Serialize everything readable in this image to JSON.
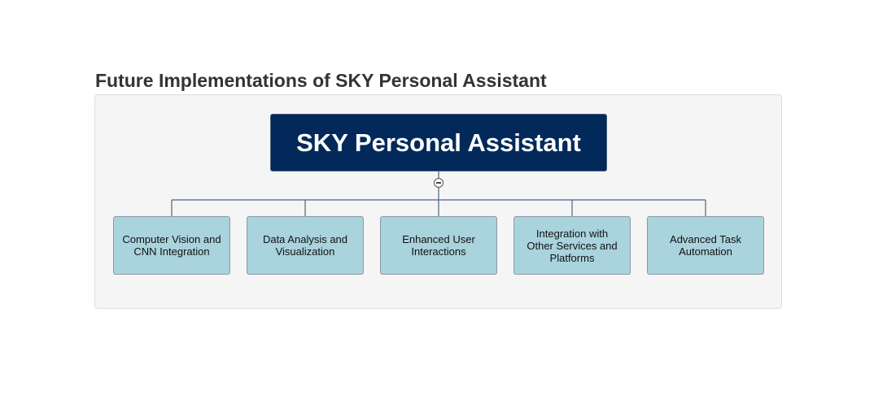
{
  "title": "Future Implementations of SKY Personal Assistant",
  "diagram": {
    "root": {
      "label": "SKY Personal Assistant"
    },
    "children": [
      {
        "label": "Computer Vision and CNN Integration"
      },
      {
        "label": "Data Analysis and Visualization"
      },
      {
        "label": "Enhanced User Interactions"
      },
      {
        "label": "Integration with Other Services and Platforms"
      },
      {
        "label": "Advanced Task Automation"
      }
    ],
    "colors": {
      "root_fill": "#02295a",
      "child_fill": "#a9d3dd",
      "connector": "#4a6585",
      "panel_bg": "#f6f5f5"
    }
  }
}
